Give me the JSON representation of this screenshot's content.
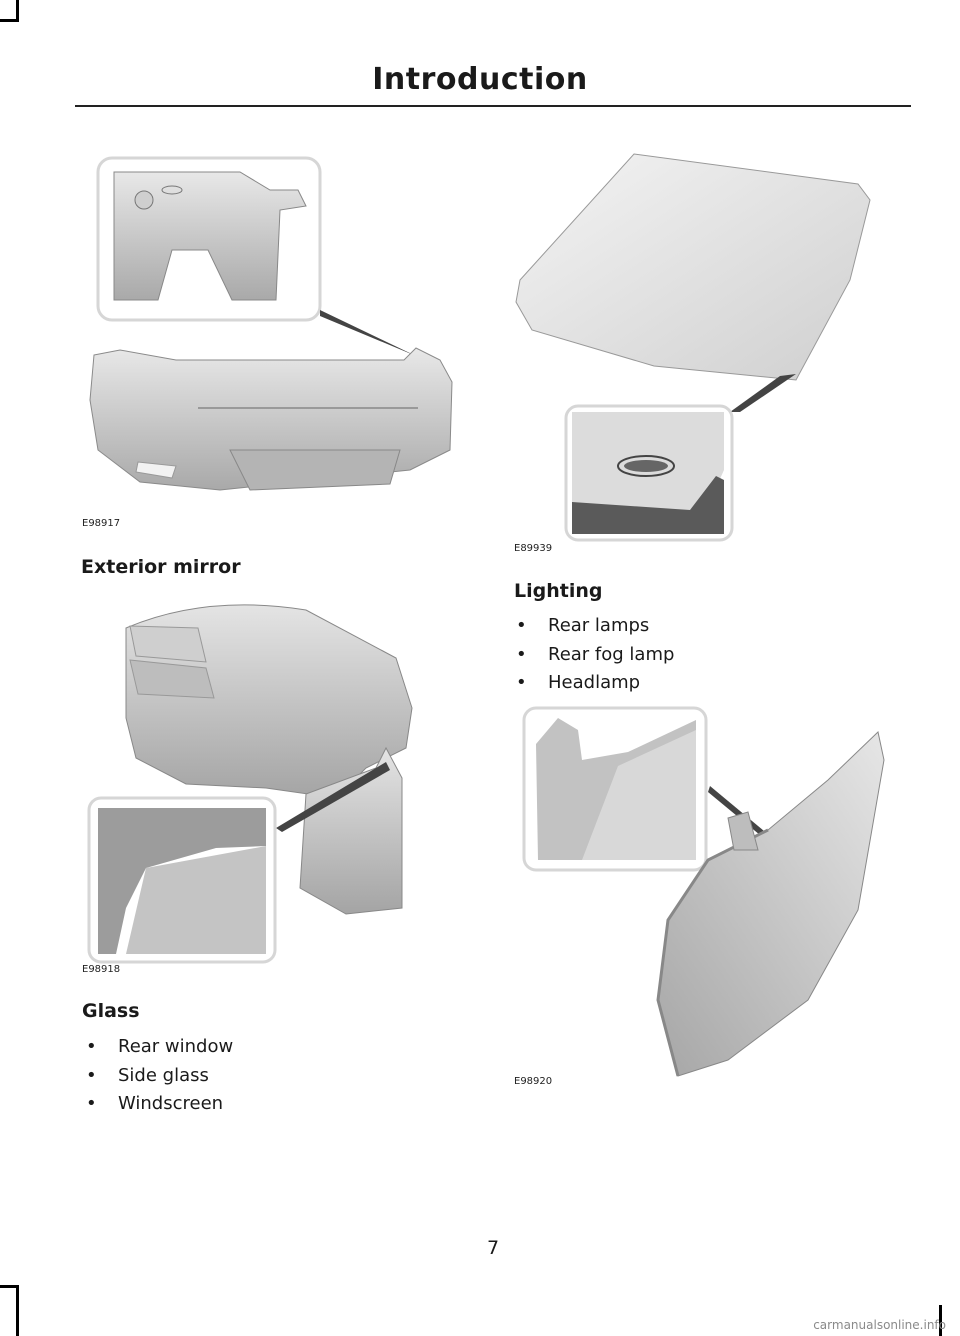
{
  "page": {
    "title": "Introduction",
    "page_number": "7",
    "watermark": "carmanualsonline.info"
  },
  "figures": [
    {
      "id": "rear-bumper",
      "code": "E98917"
    },
    {
      "id": "windscreen",
      "code": "E89939"
    },
    {
      "id": "exterior-mirror",
      "code": "E98918"
    },
    {
      "id": "headlamp",
      "code": "E98920"
    }
  ],
  "sections": {
    "exterior_mirror": {
      "heading": "Exterior mirror"
    },
    "glass": {
      "heading": "Glass",
      "items": [
        "Rear window",
        "Side glass",
        "Windscreen"
      ]
    },
    "lighting": {
      "heading": "Lighting",
      "items": [
        "Rear lamps",
        "Rear fog lamp",
        "Headlamp"
      ]
    }
  },
  "colors": {
    "part_shade": "#c8c8c8",
    "inset_border": "#d6d6d6"
  }
}
